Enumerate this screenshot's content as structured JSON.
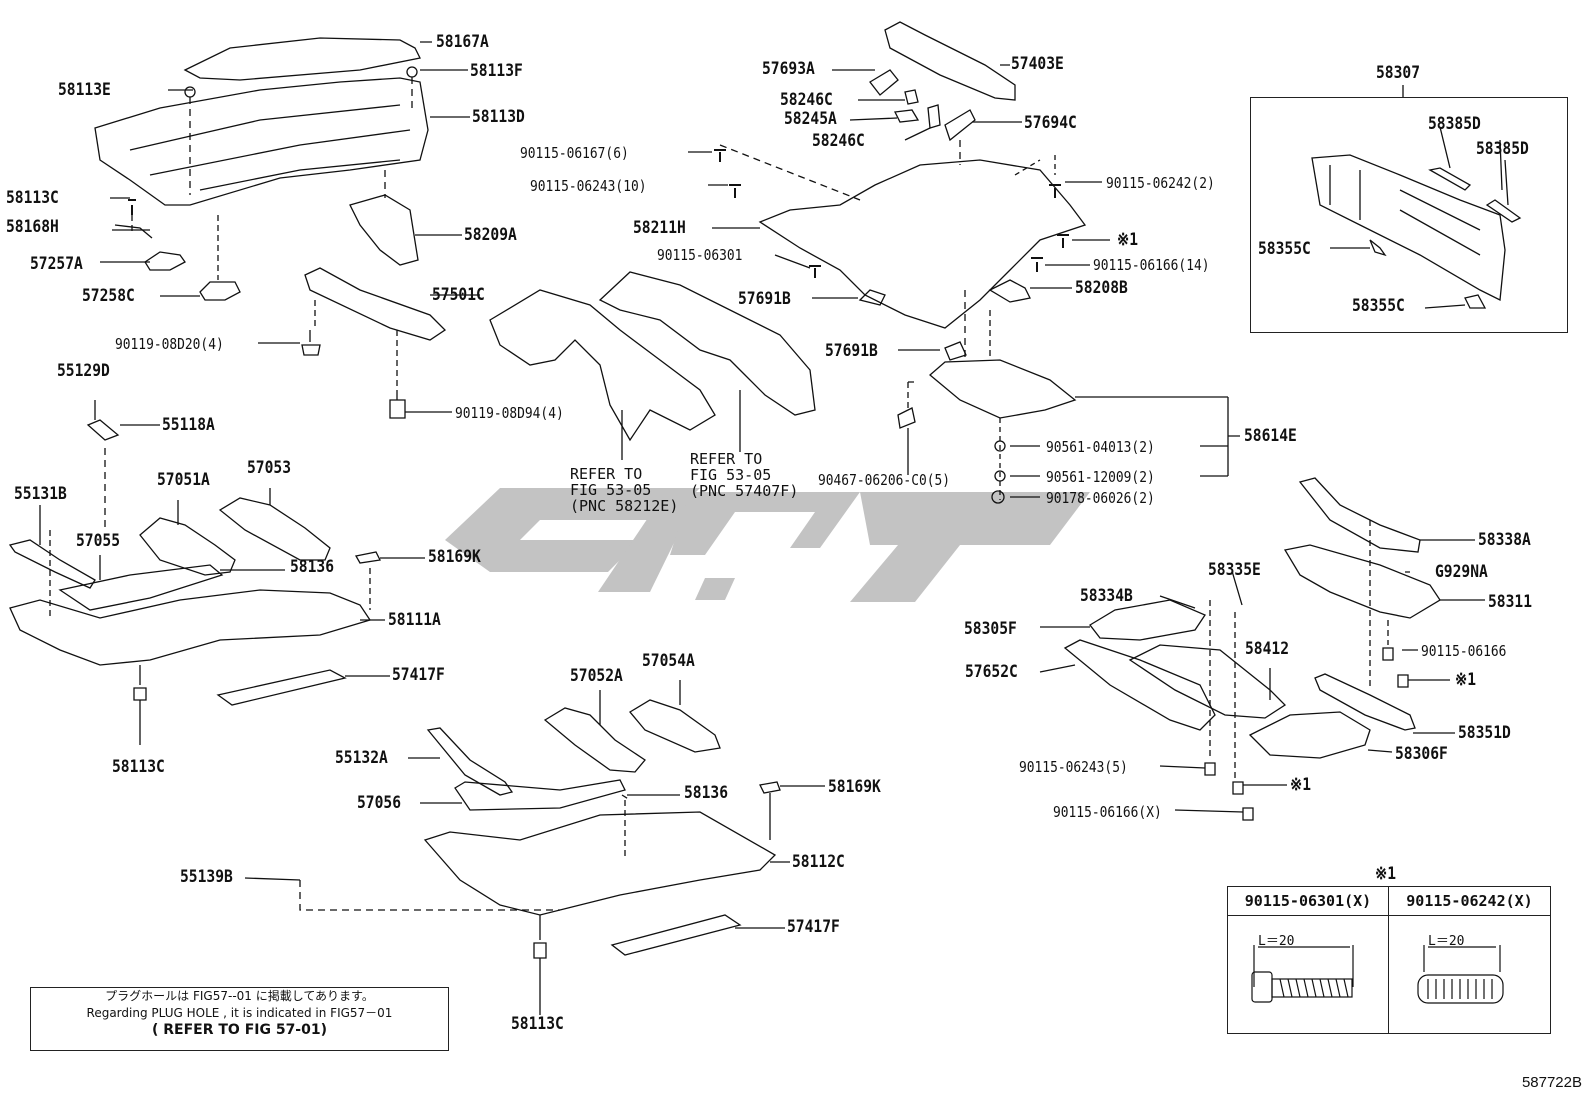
{
  "watermark": "ﺳﯿﻮ",
  "parts": {
    "p58167A": "58167A",
    "p58113F": "58113F",
    "p58113E": "58113E",
    "p58113D": "58113D",
    "p58113C_top": "58113C",
    "p58168H": "58168H",
    "p57257A": "57257A",
    "p57258C": "57258C",
    "p58209A": "58209A",
    "p57501C": "57501C",
    "p90119_08D20": "90119-08D20(4)",
    "p90119_08D94": "90119-08D94(4)",
    "p55129D": "55129D",
    "p55118A": "55118A",
    "p55131B": "55131B",
    "p57051A": "57051A",
    "p57053": "57053",
    "p57055": "57055",
    "p58136_a": "58136",
    "p58169K_a": "58169K",
    "p58111A": "58111A",
    "p57417F_a": "57417F",
    "p58113C_mid": "58113C",
    "p57052A": "57052A",
    "p57054A": "57054A",
    "p55132A": "55132A",
    "p57056": "57056",
    "p58136_b": "58136",
    "p58169K_b": "58169K",
    "p55139B": "55139B",
    "p58112C": "58112C",
    "p57417F_b": "57417F",
    "p58113C_bot": "58113C",
    "p57693A": "57693A",
    "p57403E": "57403E",
    "p58246C_a": "58246C",
    "p58245A": "58245A",
    "p58246C_b": "58246C",
    "p57694C": "57694C",
    "p90115_06167": "90115-06167(6)",
    "p90115_06243_10": "90115-06243(10)",
    "p90115_06242_2": "90115-06242(2)",
    "p58211H": "58211H",
    "p90115_06301": "90115-06301",
    "p_ref1_a": "※1",
    "p90115_06166_14": "90115-06166(14)",
    "p57691B_a": "57691B",
    "p58208B": "58208B",
    "p57691B_b": "57691B",
    "p58614E": "58614E",
    "p90561_04013": "90561-04013(2)",
    "p90467_06206": "90467-06206-C0(5)",
    "p90561_12009": "90561-12009(2)",
    "p90178_06026": "90178-06026(2)",
    "p58307": "58307",
    "p58385D_a": "58385D",
    "p58385D_b": "58385D",
    "p58355C_a": "58355C",
    "p58355C_b": "58355C",
    "p58338A": "58338A",
    "pG929NA": "G929NA",
    "p58311": "58311",
    "p58335E": "58335E",
    "p58334B": "58334B",
    "p58305F": "58305F",
    "p58412": "58412",
    "p90115_06166_r": "90115-06166",
    "p_ref1_b": "※1",
    "p57652C": "57652C",
    "p58351D": "58351D",
    "p58306F": "58306F",
    "p90115_06243_5": "90115-06243(5)",
    "p_ref1_c": "※1",
    "p90115_06166_X": "90115-06166(X)"
  },
  "refers": {
    "r1": "REFER TO\nFIG 53-05\n(PNC 58212E)",
    "r2": "REFER TO\nFIG 53-05\n(PNC 57407F)"
  },
  "note_box": {
    "line1": "プラグホールは FIG57--01 に掲載してあります。",
    "line2": "Regarding PLUG HOLE , it is indicated in FIG57－01",
    "line3": "( REFER TO FIG 57-01)"
  },
  "ref_table": {
    "marker": "※1",
    "col1": "90115-06301(X)",
    "col2": "90115-06242(X)",
    "dim1": "L＝20",
    "dim2": "L＝20"
  },
  "figure_code": "587722B"
}
